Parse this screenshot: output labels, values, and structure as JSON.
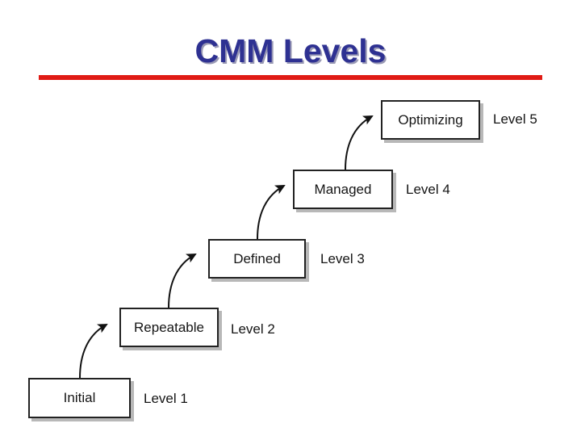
{
  "slide": {
    "title": "CMM Levels",
    "title_color": "#2e3192",
    "rule_color": "#e01b15",
    "background_color": "#ffffff"
  },
  "diagram": {
    "type": "staircase-flow",
    "stages": [
      {
        "name": "Initial",
        "level_label": "Level 1"
      },
      {
        "name": "Repeatable",
        "level_label": "Level 2"
      },
      {
        "name": "Defined",
        "level_label": "Level 3"
      },
      {
        "name": "Managed",
        "level_label": "Level 4"
      },
      {
        "name": "Optimizing",
        "level_label": "Level 5"
      }
    ]
  }
}
